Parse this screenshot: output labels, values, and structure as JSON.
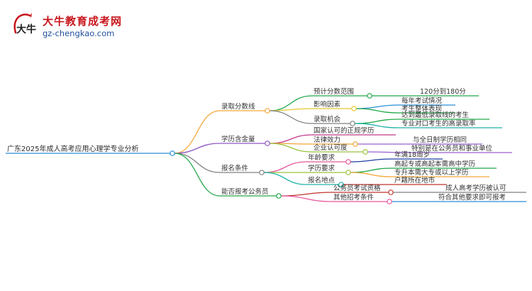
{
  "brand": {
    "name": "大牛教育成考网",
    "url": "gz-chengkao.com",
    "logo_glyphs": "大牛",
    "logo_color": "#c8161d"
  },
  "mindmap": {
    "root": "广东2025年成人高考应用心理学专业分析",
    "branches": [
      {
        "label": "录取分数线",
        "color": "#f4a637",
        "children": [
          {
            "label": "预计分数范围",
            "color": "#20a84a",
            "children": [
              {
                "label": "120分到180分",
                "color": "#20a84a"
              }
            ]
          },
          {
            "label": "影响因素",
            "color": "#e6c82c",
            "children": [
              {
                "label": "每年考试情况",
                "color": "#2a8fd6"
              },
              {
                "label": "考生整体表现",
                "color": "#20a84a"
              }
            ]
          },
          {
            "label": "录取机会",
            "color": "#7f7f7f",
            "children": [
              {
                "label": "达到最低录取线的考生",
                "color": "#20a84a"
              },
              {
                "label": "专业对口考生的高录取率",
                "color": "#1fb3a8"
              }
            ]
          }
        ]
      },
      {
        "label": "学历含金量",
        "color": "#8e56c4",
        "children": [
          {
            "label": "国家认可的正规学历",
            "color": "#c2378c",
            "children": []
          },
          {
            "label": "法律效力",
            "color": "#f4a637",
            "children": [
              {
                "label": "与全日制学历相同",
                "color": "#9b5fd0"
              }
            ]
          },
          {
            "label": "企业认可度",
            "color": "#99c23a",
            "children": [
              {
                "label": "特别是在公务员和事业单位",
                "color": "#9b5fd0"
              }
            ]
          }
        ]
      },
      {
        "label": "报名条件",
        "color": "#7f7f7f",
        "children": [
          {
            "label": "年龄要求",
            "color": "#e8559c",
            "children": [
              {
                "label": "年满18周岁",
                "color": "#1f3fa3"
              }
            ]
          },
          {
            "label": "学历要求",
            "color": "#99c23a",
            "children": [
              {
                "label": "高起专或高起本需高中学历",
                "color": "#20a84a"
              },
              {
                "label": "专升本需大专或以上学历",
                "color": "#f4a637"
              }
            ]
          },
          {
            "label": "报名地点",
            "color": "#1fb3a8",
            "children": [
              {
                "label": "户籍所在地市",
                "color": "#c0342c"
              }
            ]
          }
        ]
      },
      {
        "label": "能否报考公务员",
        "color": "#20a84a",
        "children": [
          {
            "label": "公务员考试资格",
            "color": "#c0342c",
            "children": [
              {
                "label": "成人高考学历被认可",
                "color": "#7f7f7f"
              }
            ]
          },
          {
            "label": "其他招考条件",
            "color": "#e8559c",
            "children": [
              {
                "label": "符合其他要求即可报考",
                "color": "#2a8fd6"
              }
            ]
          }
        ]
      }
    ]
  }
}
